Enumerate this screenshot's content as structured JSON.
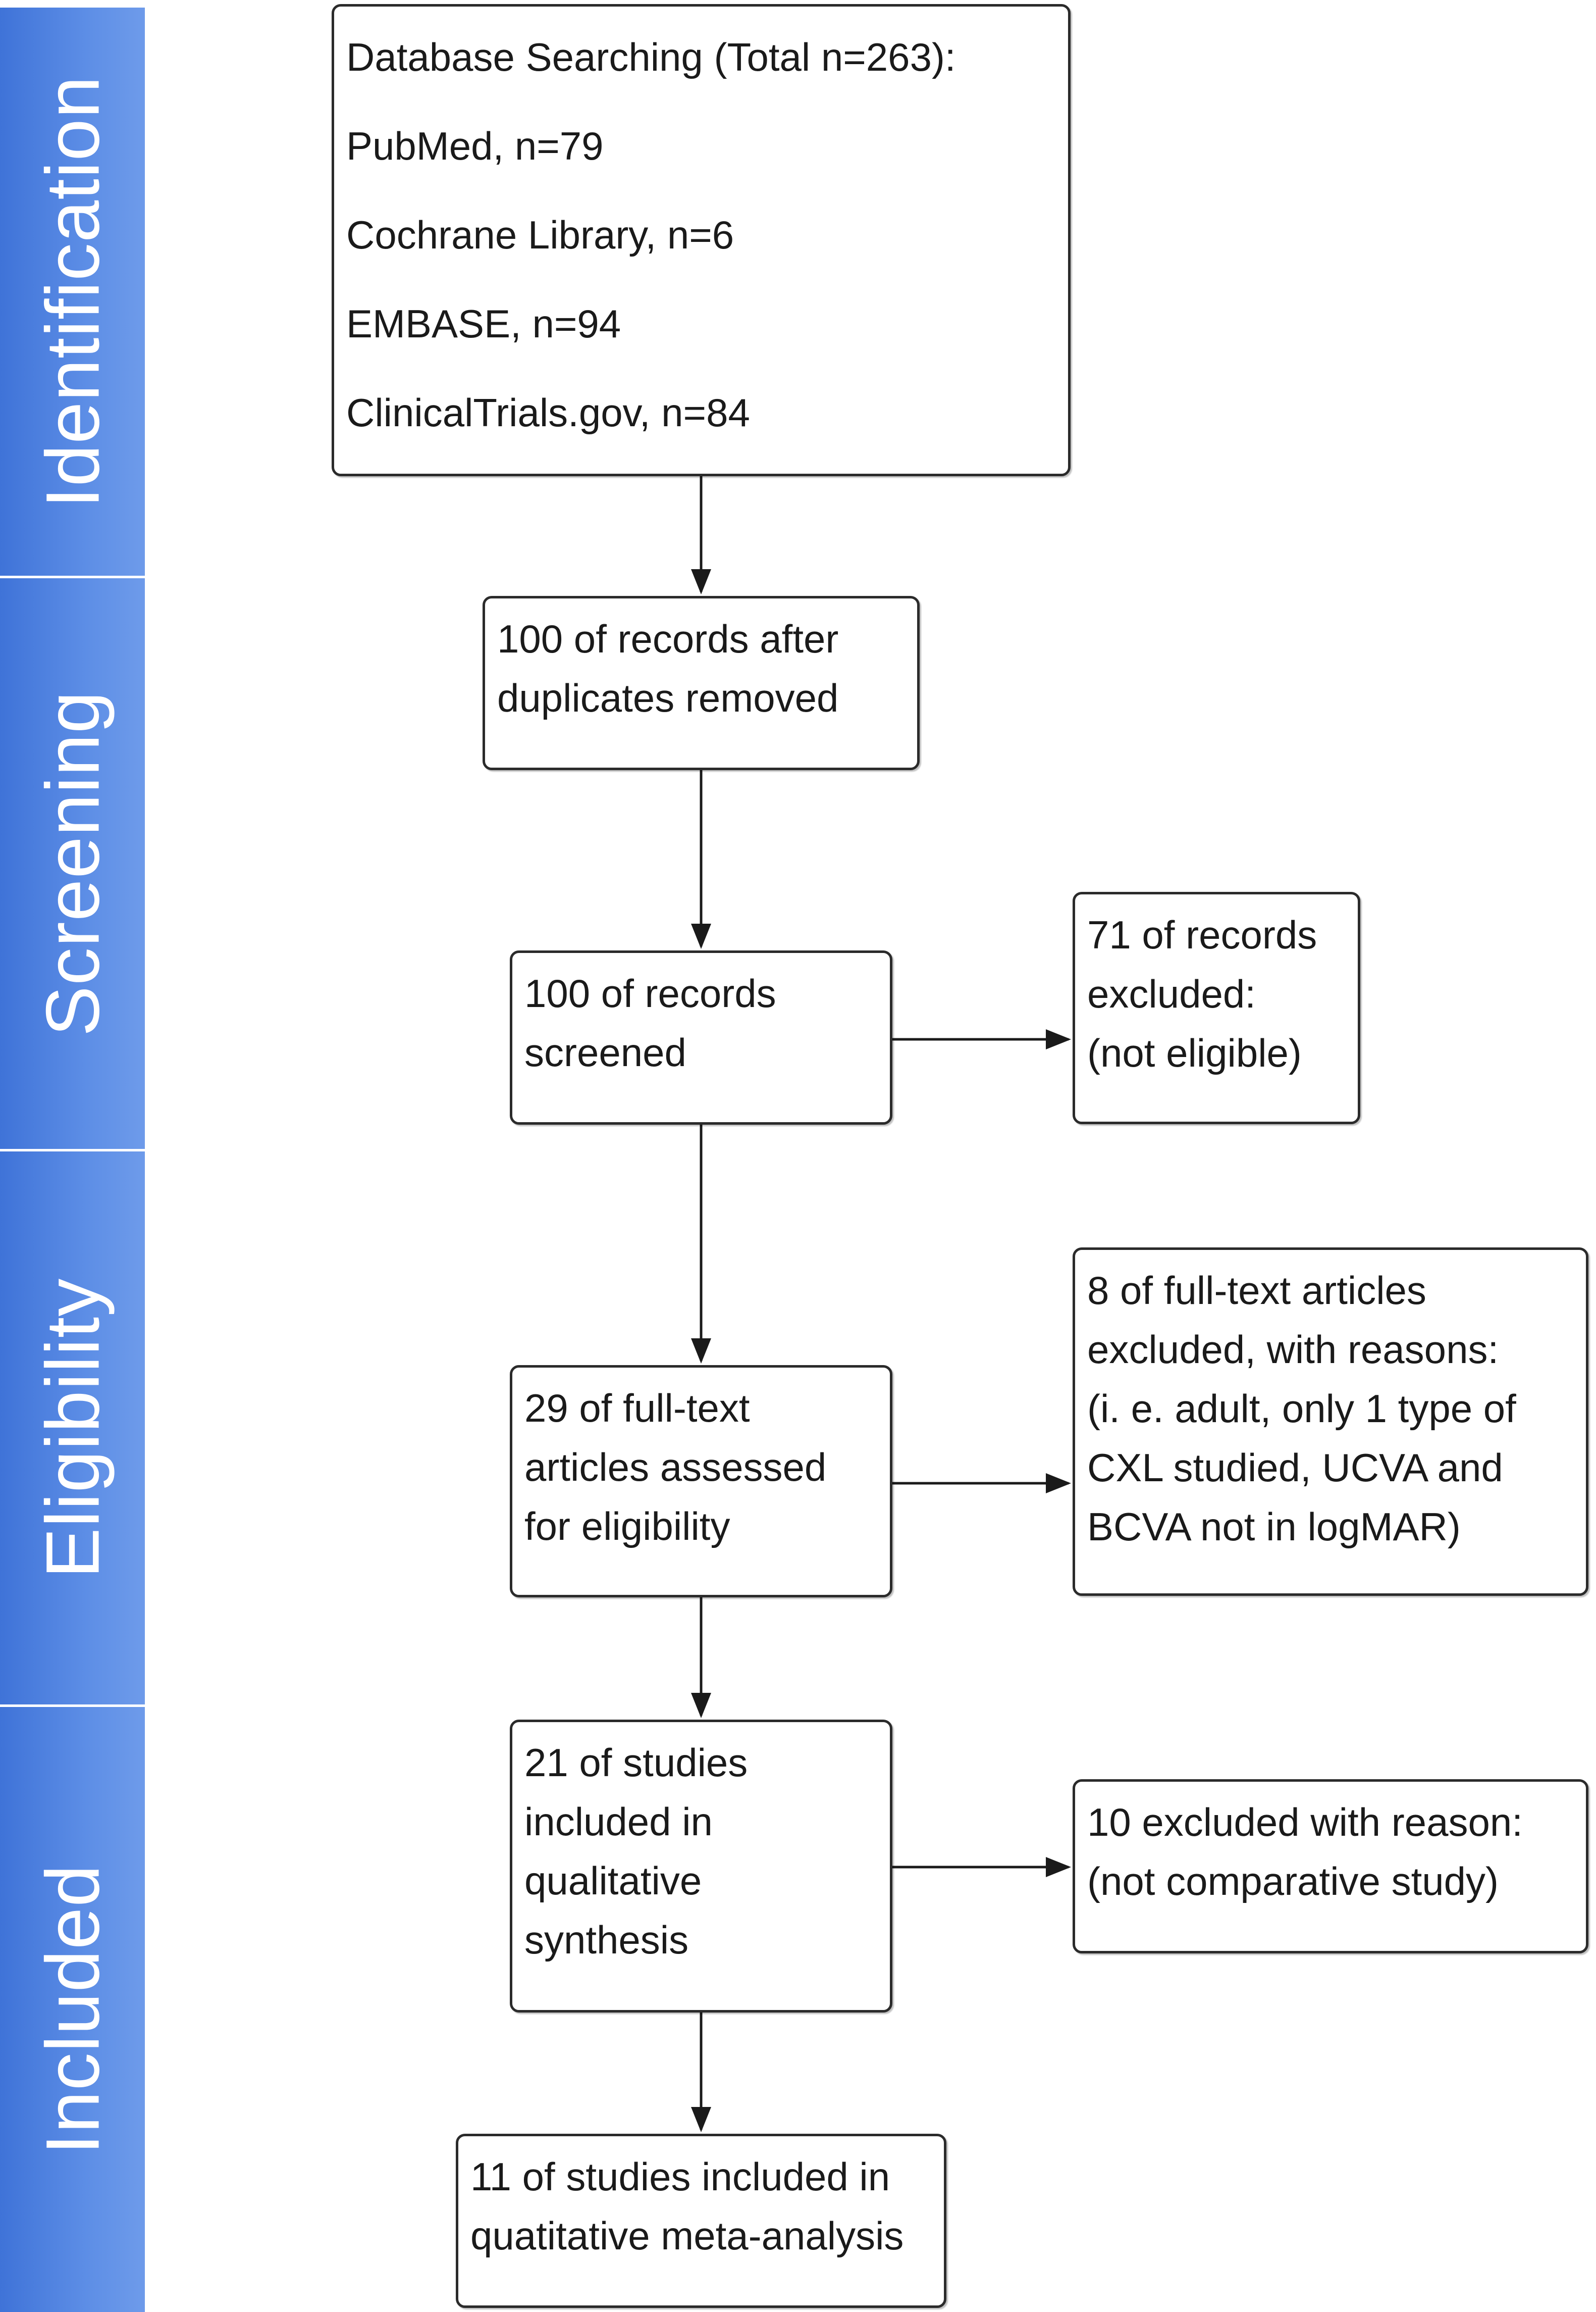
{
  "phases": {
    "identification": "Identification",
    "screening": "Screening",
    "eligibility": "Eligibility",
    "included": "Included"
  },
  "boxes": {
    "database_search": {
      "lines": [
        "Database Searching (Total n=263):",
        "PubMed, n=79",
        "Cochrane Library, n=6",
        "EMBASE, n=94",
        "ClinicalTrials.gov, n=84"
      ]
    },
    "duplicates_removed": {
      "lines": [
        "100 of records after",
        "duplicates removed"
      ]
    },
    "records_screened": {
      "lines": [
        "100 of records",
        "screened"
      ]
    },
    "records_excluded": {
      "lines": [
        "71 of records",
        "excluded:",
        "(not eligible)"
      ]
    },
    "fulltext_assessed": {
      "lines": [
        "29 of full-text",
        "articles assessed",
        "for eligibility"
      ]
    },
    "fulltext_excluded": {
      "lines": [
        "8 of full-text articles",
        "excluded, with reasons:",
        "(i. e. adult, only 1 type of",
        "CXL studied, UCVA and",
        "BCVA not in logMAR)"
      ]
    },
    "qualitative_synthesis": {
      "lines": [
        "21 of studies",
        "included in",
        "qualitative",
        "synthesis"
      ]
    },
    "excluded_reason": {
      "lines": [
        "10 excluded with reason:",
        "(not comparative study)"
      ]
    },
    "meta_analysis": {
      "lines": [
        "11 of studies included in",
        "quatitative meta-analysis"
      ]
    }
  }
}
